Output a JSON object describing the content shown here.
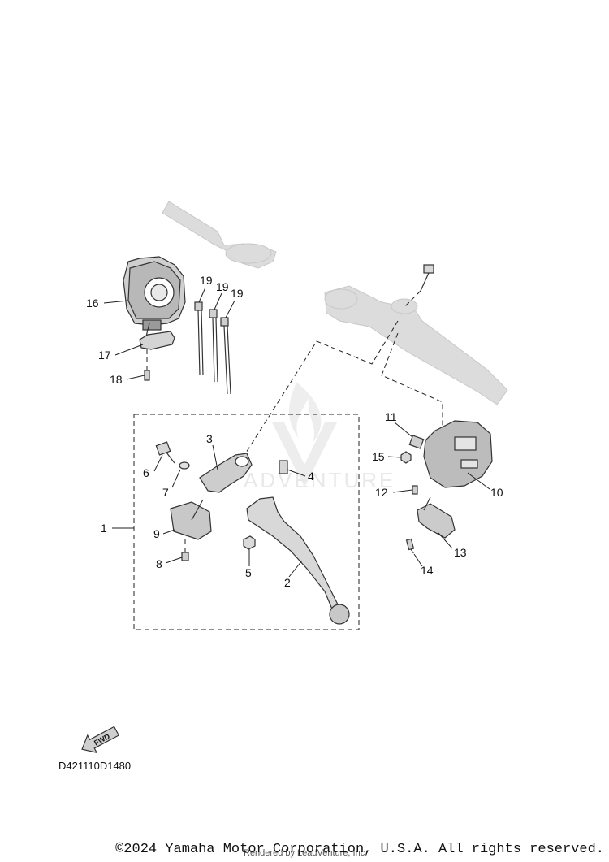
{
  "watermark": {
    "text": "ADVENTURE"
  },
  "callouts": [
    {
      "id": "1",
      "label": "1"
    },
    {
      "id": "2",
      "label": "2"
    },
    {
      "id": "3",
      "label": "3"
    },
    {
      "id": "4",
      "label": "4"
    },
    {
      "id": "5",
      "label": "5"
    },
    {
      "id": "6",
      "label": "6"
    },
    {
      "id": "7",
      "label": "7"
    },
    {
      "id": "8",
      "label": "8"
    },
    {
      "id": "9",
      "label": "9"
    },
    {
      "id": "10",
      "label": "10"
    },
    {
      "id": "11",
      "label": "11"
    },
    {
      "id": "12",
      "label": "12"
    },
    {
      "id": "13",
      "label": "13"
    },
    {
      "id": "14",
      "label": "14"
    },
    {
      "id": "15",
      "label": "15"
    },
    {
      "id": "16",
      "label": "16"
    },
    {
      "id": "17",
      "label": "17"
    },
    {
      "id": "18",
      "label": "18"
    },
    {
      "id": "19a",
      "label": "19"
    },
    {
      "id": "19b",
      "label": "19"
    },
    {
      "id": "19c",
      "label": "19"
    }
  ],
  "fwd_label": "FWD",
  "diagram_code": "D421110D1480",
  "copyright": "©2024 Yamaha Motor Corporation, U.S.A. All rights reserved.",
  "rendered_by": "Rendered by LeadVenture, Inc."
}
